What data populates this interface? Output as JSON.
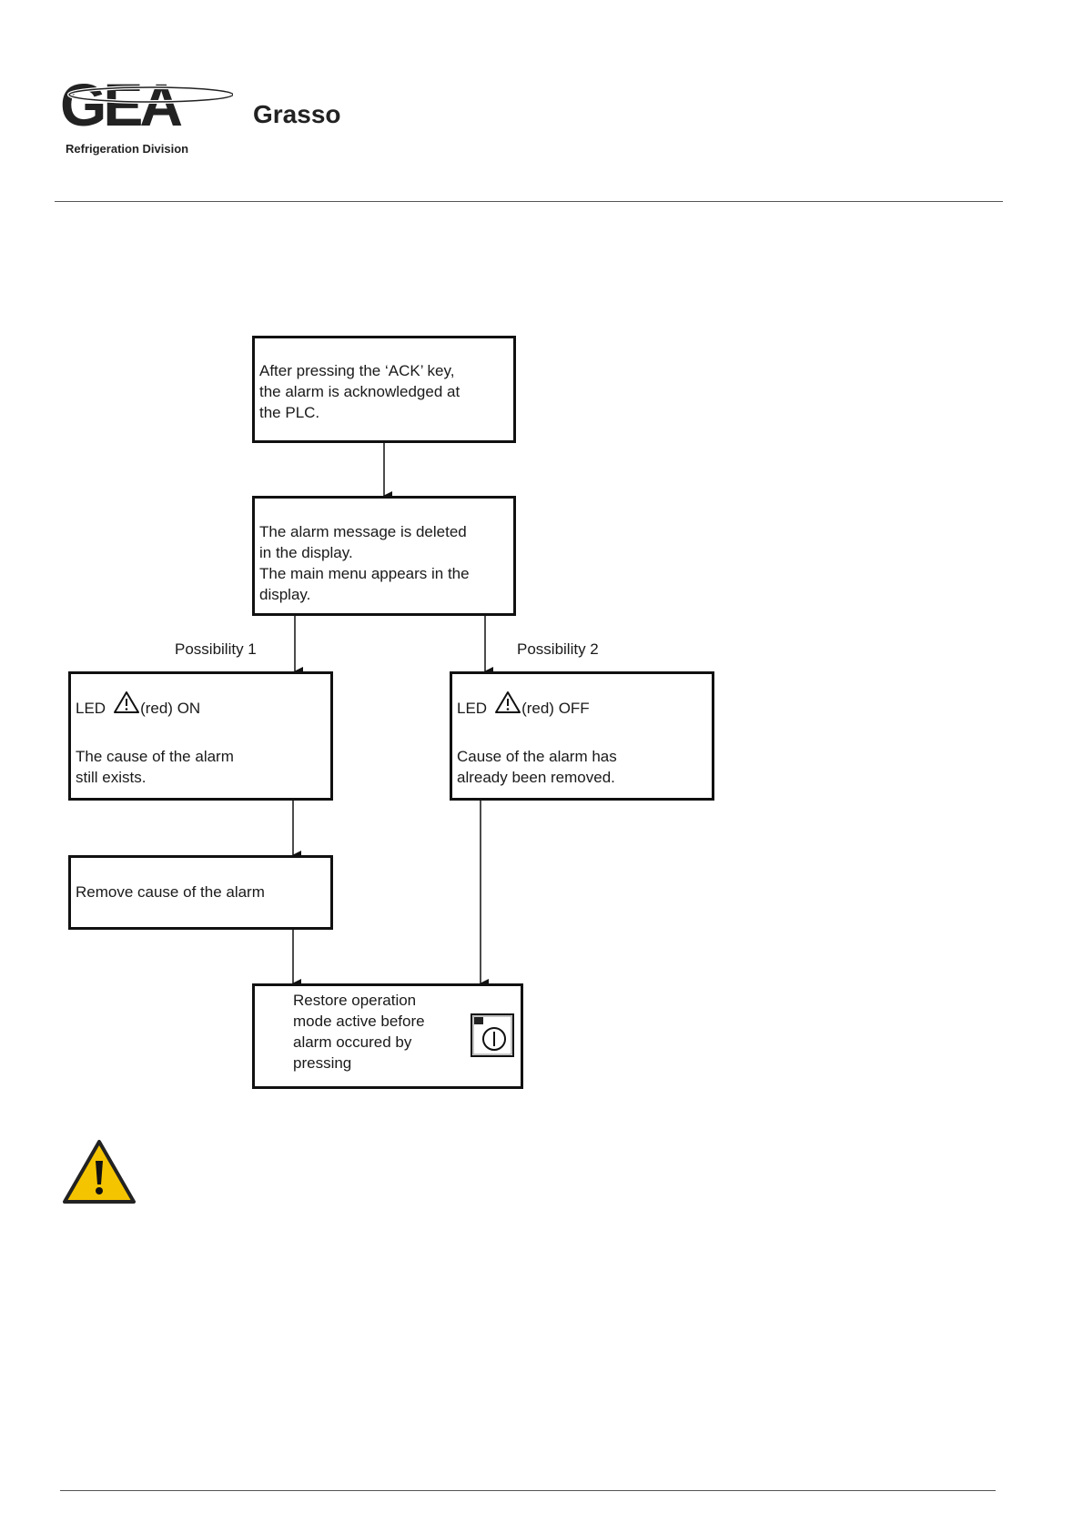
{
  "header": {
    "logo_mark": "GEA",
    "brand": "Grasso",
    "division": "Refrigeration Division"
  },
  "flowchart": {
    "box_ack": "After pressing the ‘ACK’ key,\nthe alarm is acknowledged at\nthe PLC.",
    "box_deleted": "The alarm message is deleted\nin the display.\nThe main menu appears in the\ndisplay.",
    "possibility_1": "Possibility 1",
    "possibility_2": "Possibility 2",
    "led_on": {
      "led_label": "LED",
      "state": "(red) ON",
      "description": "The cause of the alarm\nstill exists."
    },
    "led_off": {
      "led_label": "LED",
      "state": "(red) OFF",
      "description": "Cause of the alarm has\nalready been removed."
    },
    "box_remove": "Remove cause of the alarm",
    "box_restore": "Restore operation\nmode active before\nalarm occured by\npressing"
  },
  "icons": {
    "warning_outline": "warning-triangle-outline-icon",
    "operation_key": "power-on-key-icon",
    "caution": "caution-triangle-icon"
  },
  "colors": {
    "caution_fill": "#f5c400",
    "line": "#111111"
  }
}
